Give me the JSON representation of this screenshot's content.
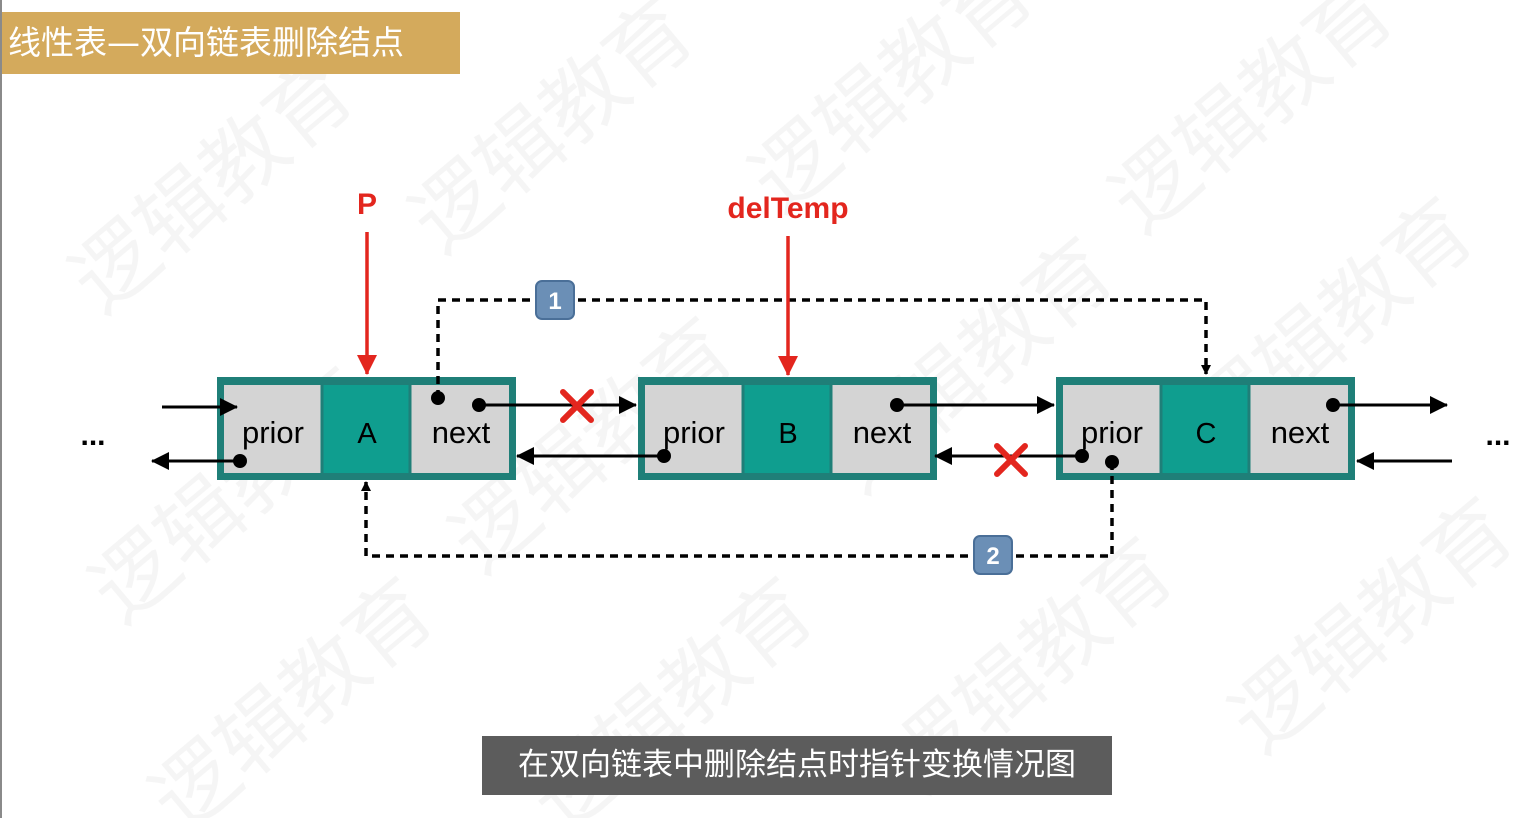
{
  "title": "线性表—双向链表删除结点",
  "caption": "在双向链表中删除结点时指针变换情况图",
  "watermark": "逻辑教育",
  "pointers": {
    "p": "P",
    "del_temp": "delTemp"
  },
  "ellipsis_left": "...",
  "ellipsis_right": "...",
  "steps": [
    "1",
    "2"
  ],
  "nodes": [
    {
      "prior": "prior",
      "data": "A",
      "next": "next"
    },
    {
      "prior": "prior",
      "data": "B",
      "next": "next"
    },
    {
      "prior": "prior",
      "data": "C",
      "next": "next"
    }
  ],
  "colors": {
    "node_border": "#1f7f78",
    "node_data": "#0f9e8f",
    "node_field": "#d4d4d4",
    "pointer_label": "#e3261e",
    "step_badge": "#6b8fb6",
    "title_bg": "#d4aa5c",
    "caption_bg": "#5c5c5c"
  },
  "icons": {
    "cut_mark": "red-x-icon"
  }
}
